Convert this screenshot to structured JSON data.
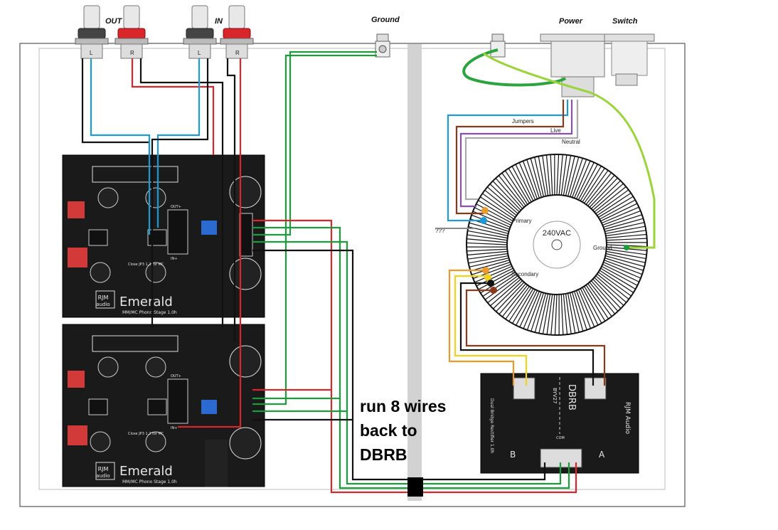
{
  "header_labels": {
    "out": "OUT",
    "in": "IN",
    "ground": "Ground",
    "power": "Power",
    "switch": "Switch"
  },
  "jacks": {
    "left_mark": "L",
    "right_mark": "R"
  },
  "transformer": {
    "center_label": "240VAC",
    "primary": "Primary",
    "secondary": "Secondary",
    "ground": "Ground",
    "unknown": "???"
  },
  "mains_wires": {
    "jumpers": "Jumpers",
    "live": "Live",
    "neutral": "Neutral"
  },
  "board_top": {
    "name": "Emerald",
    "subtitle": "MM/MC Phono Stage 1.0h",
    "brand1": "RJM",
    "brand2": "audio",
    "jumper_note": "Close JP3 1,2 for MC",
    "out_label": "OUT+",
    "in_label": "IN+"
  },
  "board_bottom": {
    "name": "Emerald",
    "subtitle": "MM/MC Phono Stage 1.0h",
    "brand1": "RJM",
    "brand2": "audio",
    "jumper_note": "Close JP3 1,2 for MC",
    "out_label": "OUT+",
    "in_label": "IN+"
  },
  "rectifier": {
    "name": "DBRB",
    "part": "BYV27",
    "description": "Dual Bridge Rectifier 1.0h",
    "brand": "RJM Audio",
    "section_b": "B",
    "section_a": "A",
    "com": "COM"
  },
  "note": {
    "line1": "run 8 wires",
    "line2": "back to",
    "line3": "DBRB"
  },
  "colors": {
    "wire_red": "#d9262b",
    "wire_black": "#111111",
    "wire_green": "#1a9c3a",
    "wire_blue": "#1b9ad6",
    "wire_lime": "#9bd43a",
    "wire_yellow": "#f2d21c",
    "wire_orange": "#e89a2c",
    "wire_brown": "#8a3a1a",
    "wire_purple": "#8a4fb0",
    "pcb": "#1a1a1a",
    "divider": "#cfcfcf"
  }
}
